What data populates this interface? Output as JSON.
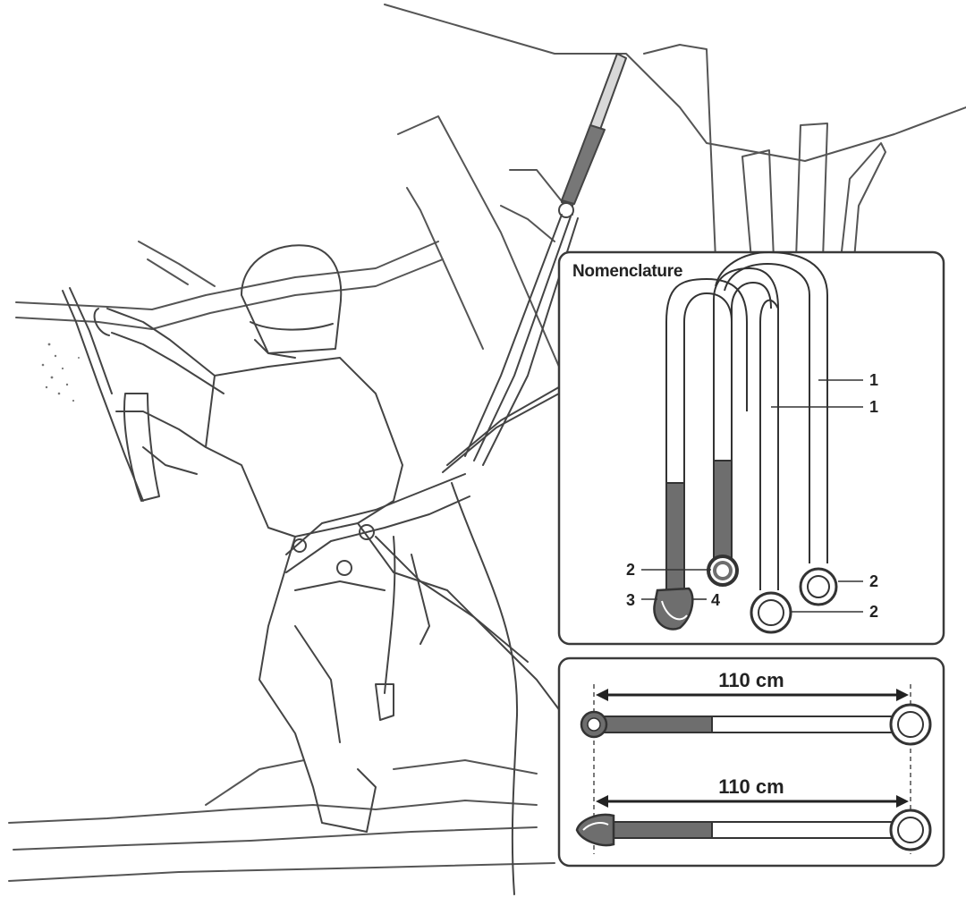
{
  "nomenclature_panel": {
    "title": "Nomenclature",
    "labels": {
      "sling_left": "1",
      "sling_right": "1",
      "ring_small_left": "2",
      "ring_small_right": "2",
      "ring_large_right": "2",
      "connector_gate": "3",
      "connector_eye": "4"
    }
  },
  "length_panel": {
    "top_length": "110 cm",
    "bottom_length": "110 cm"
  },
  "colors": {
    "line": "#333333",
    "accent": "#6e6e6e",
    "panel_border": "#3a3a3a"
  },
  "icons": {
    "sling": "sling-icon",
    "ring": "ring-icon",
    "connector": "connector-icon"
  }
}
